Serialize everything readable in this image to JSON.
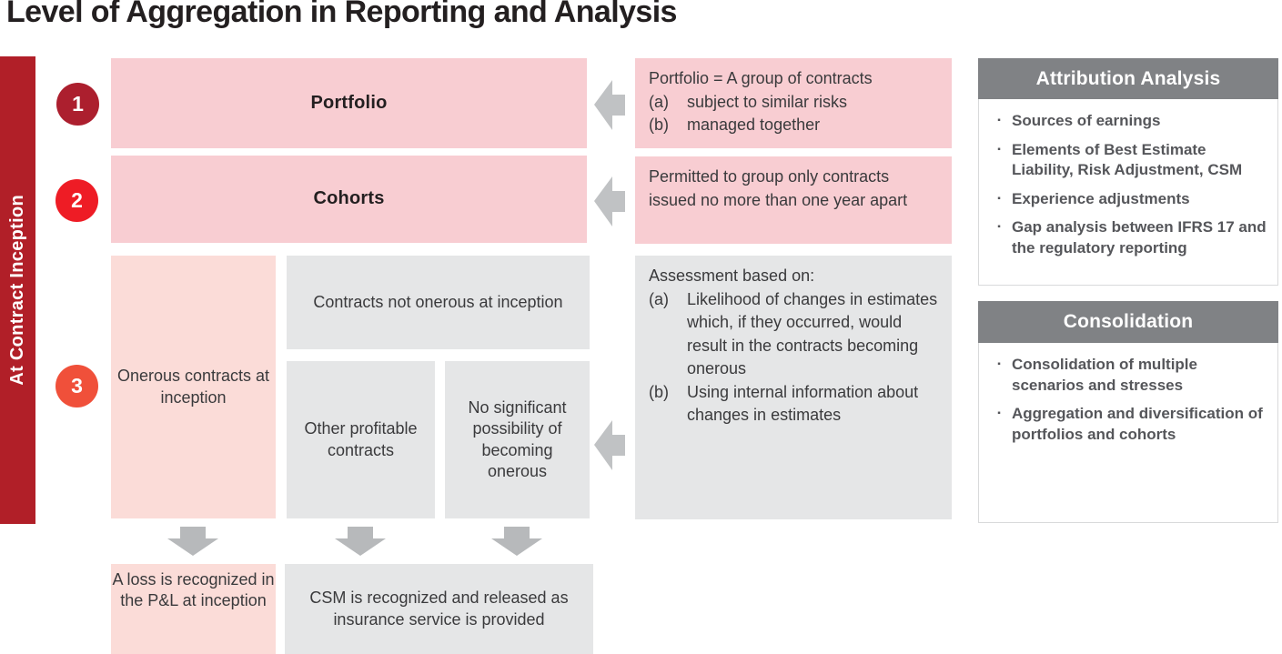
{
  "title": "Level of Aggregation in Reporting and Analysis",
  "sidebar": {
    "label": "At Contract Inception"
  },
  "steps": [
    {
      "number": "1"
    },
    {
      "number": "2"
    },
    {
      "number": "3"
    }
  ],
  "rows": {
    "portfolio": {
      "label": "Portfolio",
      "note_line1": "Portfolio = A group of contracts",
      "note_items": [
        {
          "marker": "(a)",
          "text": "subject to similar risks"
        },
        {
          "marker": "(b)",
          "text": "managed together"
        }
      ]
    },
    "cohorts": {
      "label": "Cohorts",
      "note": "Permitted to group only contracts issued no more than one year apart"
    },
    "row3": {
      "onerous": "Onerous contracts at inception",
      "not_onerous": "Contracts not onerous at inception",
      "other_profitable": "Other profitable contracts",
      "no_significant": "No significant possibility of becoming onerous",
      "assessment_title": "Assessment based on:",
      "assessment_items": [
        {
          "marker": "(a)",
          "text": "Likelihood of changes in estimates which, if they occurred, would result in the contracts becoming onerous"
        },
        {
          "marker": "(b)",
          "text": "Using internal information about changes in estimates"
        }
      ]
    }
  },
  "outcomes": {
    "loss": "A loss is recognized in the P&L at inception",
    "csm": "CSM is recognized and released as insurance service is provided"
  },
  "panels": [
    {
      "title": "Attribution Analysis",
      "items": [
        "Sources of earnings",
        "Elements of Best Estimate Liability, Risk Adjustment, CSM",
        "Experience adjustments",
        "Gap analysis between IFRS 17 and the regulatory reporting"
      ]
    },
    {
      "title": "Consolidation",
      "items": [
        "Consolidation of multiple scenarios and stresses",
        "Aggregation and diversification of portfolios and cohorts"
      ]
    }
  ],
  "colors": {
    "sidebar_red": "#b11f28",
    "step1_red": "#ac1f2e",
    "step2_red": "#ee1c25",
    "step3_orange": "#f0503a",
    "pink_box": "#f8cdd2",
    "pink_light_box": "#fbdcd8",
    "gray_box": "#e5e6e7",
    "arrow_gray": "#c0c2c4",
    "panel_header_gray": "#808285",
    "title_text": "#231f20",
    "body_text": "#3a3a3c",
    "panel_text": "#55565a"
  }
}
